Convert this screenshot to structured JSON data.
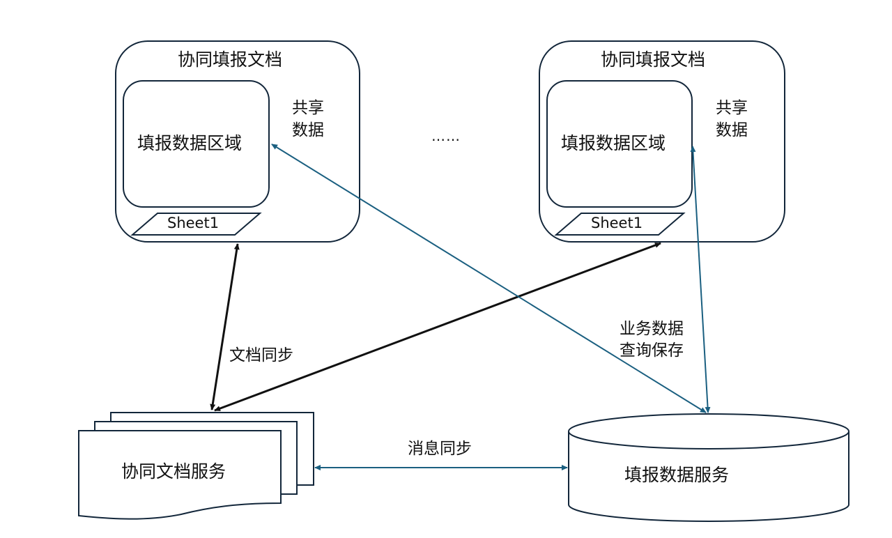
{
  "documents": [
    {
      "title": "协同填报文档",
      "data_area": "填报数据区域",
      "shared_data": [
        "共享",
        "数据"
      ],
      "sheet_tab": "Sheet1"
    },
    {
      "title": "协同填报文档",
      "data_area": "填报数据区域",
      "shared_data": [
        "共享",
        "数据"
      ],
      "sheet_tab": "Sheet1"
    }
  ],
  "ellipsis": "……",
  "services": {
    "doc_service": "协同文档服务",
    "data_service": "填报数据服务"
  },
  "edges": {
    "doc_sync": "文档同步",
    "message_sync": "消息同步",
    "business_data": [
      "业务数据",
      "查询保存"
    ]
  },
  "colors": {
    "stroke": "#12263a",
    "black_arrow": "#111111",
    "blue_arrow": "#1a5f80"
  }
}
